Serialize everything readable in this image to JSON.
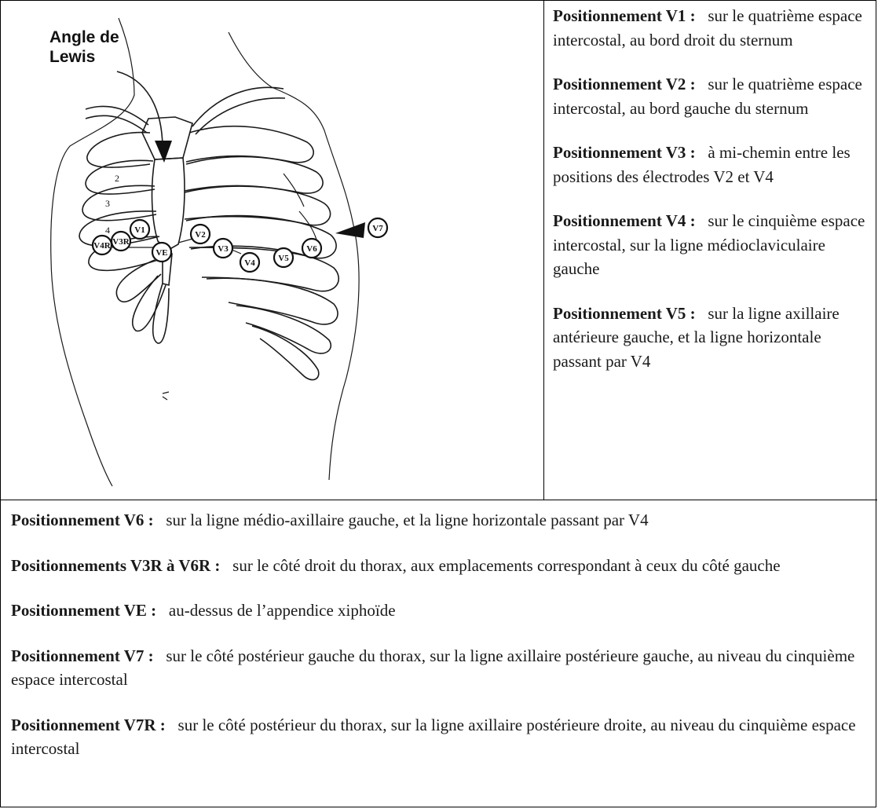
{
  "diagram": {
    "callout": [
      "Angle de",
      "Lewis"
    ],
    "rib_numbers": [
      "2",
      "3",
      "4"
    ],
    "electrodes": [
      "V1",
      "V2",
      "V3",
      "V4",
      "V5",
      "V6",
      "V7",
      "V3R",
      "V4R",
      "VE"
    ]
  },
  "right_entries": [
    {
      "title": "Positionnement V1 :",
      "text": "sur le quatrième espace intercostal, au bord droit du sternum"
    },
    {
      "title": "Positionnement V2 :",
      "text": "sur le quatrième espace intercostal, au bord gauche du sternum"
    },
    {
      "title": "Positionnement V3 :",
      "text": "à mi-chemin entre les positions des électrodes V2 et V4"
    },
    {
      "title": "Positionnement V4 :",
      "text": "sur le cinquième espace intercostal, sur la ligne médioclaviculaire gauche"
    },
    {
      "title": "Positionnement V5 :",
      "text": "sur la ligne axillaire antérieure gauche, et la ligne horizontale passant par V4"
    }
  ],
  "bottom_entries": [
    {
      "title": "Positionnement V6 :",
      "text": "sur la ligne médio-axillaire gauche, et la ligne horizontale passant par V4"
    },
    {
      "title": "Positionnements V3R à V6R :",
      "text": "sur le côté droit du thorax, aux emplacements correspondant à ceux du côté gauche"
    },
    {
      "title": "Positionnement VE :",
      "text": "au-dessus de l’appendice xiphoïde"
    },
    {
      "title": "Positionnement V7 :",
      "text": "sur le côté postérieur gauche du thorax, sur la ligne axillaire postérieure gauche, au niveau du cinquième espace intercostal"
    },
    {
      "title": "Positionnement V7R :",
      "text": "sur le côté postérieur du thorax, sur la ligne axillaire postérieure droite, au niveau du cinquième espace intercostal"
    }
  ]
}
